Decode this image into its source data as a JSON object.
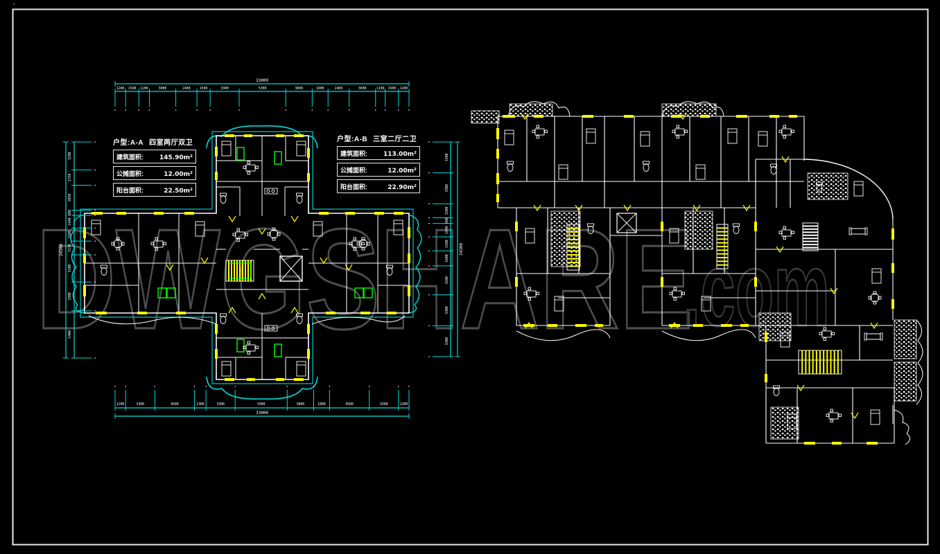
{
  "watermark": {
    "main": "DWGSHARE",
    "suffix": ".com"
  },
  "colors": {
    "background": "#000000",
    "frame": "#e9e9e9",
    "walls": "#ffffff",
    "dimension_lines": "#00dcdc",
    "windows": "#ffff00",
    "furniture_accent": "#00ff00",
    "watermark": "#4d4d4d"
  },
  "plans": {
    "left": {
      "info": {
        "type_label": "户型:A-A",
        "layout_name": "四室两厅双卫",
        "rows": [
          {
            "label": "建筑面积:",
            "value": "145.90m²"
          },
          {
            "label": "公摊面积:",
            "value": "12.00m²"
          },
          {
            "label": "阳台面积:",
            "value": "22.50m²"
          }
        ]
      },
      "dimensions": {
        "top": {
          "total": "33000",
          "segments": [
            "1200",
            "1500",
            "1200",
            "3000",
            "2400",
            "1500",
            "3300",
            "5300",
            "3000",
            "1800",
            "2400",
            "3000",
            "1100",
            "1500",
            "1200"
          ]
        },
        "bottom": {
          "total": "33000",
          "segments": [
            "1200",
            "3300",
            "4500",
            "1300",
            "3300",
            "5900",
            "3000",
            "1800",
            "4500",
            "3300",
            "1200"
          ]
        },
        "left": {
          "total": "24300",
          "segments": [
            "3200",
            "1750",
            "2850",
            "600",
            "1440",
            "1500",
            "1570",
            "3100",
            "3300",
            "5400"
          ]
        },
        "right": {
          "total": "24300",
          "segments": [
            "3300",
            "3300",
            "1500",
            "600",
            "1440",
            "1500",
            "1600",
            "3100",
            "3300",
            "3300"
          ]
        }
      }
    },
    "right": {
      "info": {
        "type_label": "户型:A-B",
        "layout_name": "三室二厅二卫",
        "rows": [
          {
            "label": "建筑面积:",
            "value": "113.00m²"
          },
          {
            "label": "公摊面积:",
            "value": "12.00m²"
          },
          {
            "label": "阳台面积:",
            "value": "22.90m²"
          }
        ]
      }
    }
  }
}
